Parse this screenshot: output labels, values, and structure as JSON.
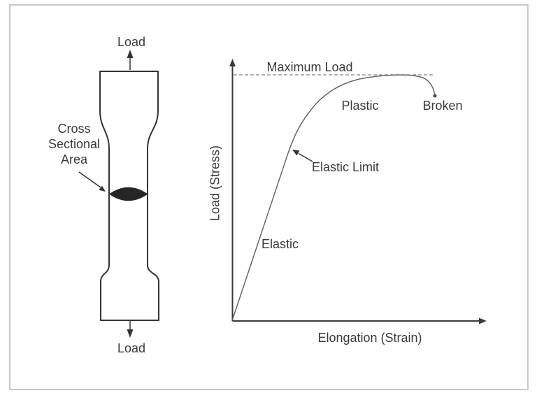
{
  "diagram": {
    "specimen": {
      "load_top": "Load",
      "load_bottom": "Load",
      "cross_line1": "Cross",
      "cross_line2": "Sectional",
      "cross_line3": "Area"
    },
    "graph": {
      "max_load": "Maximum Load",
      "plastic": "Plastic",
      "broken": "Broken",
      "elastic_limit": "Elastic Limit",
      "elastic": "Elastic",
      "y_label": "Load (Stress)",
      "x_label": "Elongation (Strain)"
    }
  },
  "colors": {
    "outline": "#333333",
    "curve": "#666666",
    "dashed_line": "#999999",
    "text": "#3a3a3a",
    "lens_fill": "#262626",
    "frame_border": "#c8c8c8",
    "background": "#ffffff"
  }
}
